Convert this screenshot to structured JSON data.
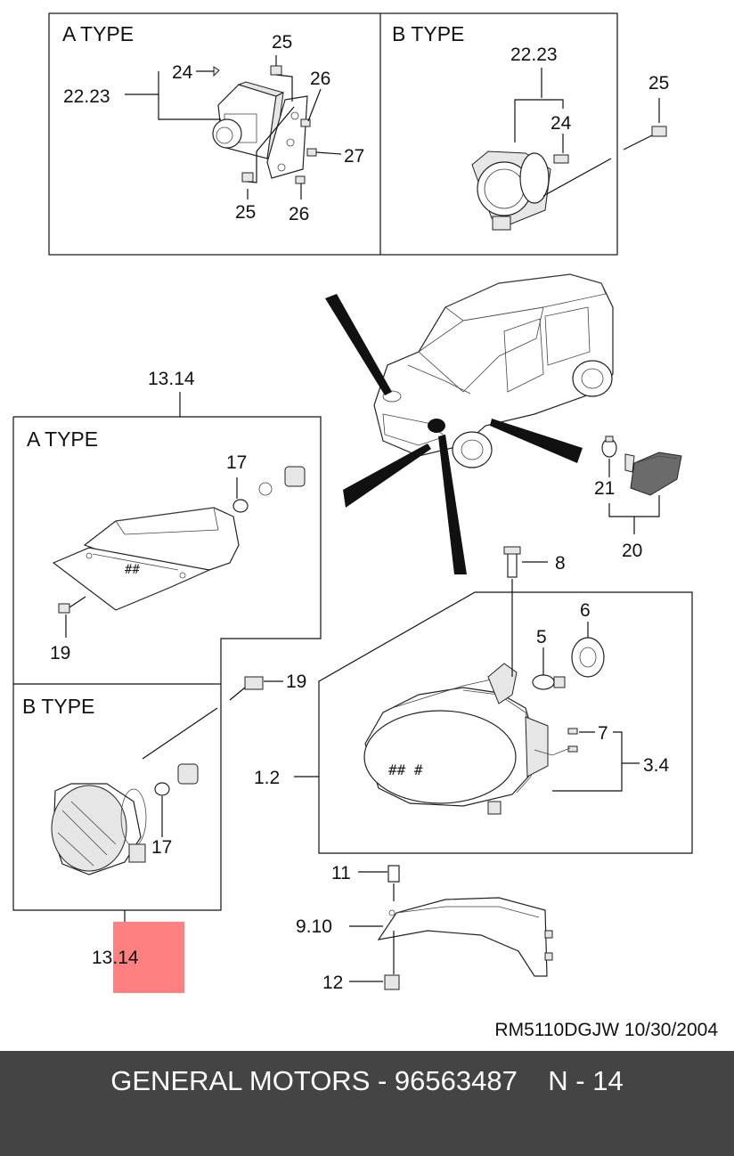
{
  "boxes": {
    "top_a": "A TYPE",
    "top_b": "B TYPE",
    "left_a": "A TYPE",
    "left_b": "B TYPE"
  },
  "callouts": {
    "c24_a": "24",
    "c25_a": "25",
    "c2223_a": "22.23",
    "c26_a": "26",
    "c27": "27",
    "c25_b": "25",
    "c26_b": "26",
    "c2223_b": "22.23",
    "c24_b": "24",
    "c25_c": "25",
    "c1314_top": "13.14",
    "c17_a": "17",
    "c19_a": "19",
    "c19_b": "19",
    "c17_b": "17",
    "c1314_bottom": "13.14",
    "c21": "21",
    "c20": "20",
    "c8": "8",
    "c6": "6",
    "c5": "5",
    "c7": "7",
    "c34": "3.4",
    "c12pt": "1.2",
    "c11": "11",
    "c910": "9.10",
    "c12": "12"
  },
  "highlight_color": "#ff8080",
  "doc_ref": "RM5110DGJW  10/30/2004",
  "footer": "GENERAL MOTORS - 96563487    N - 14"
}
